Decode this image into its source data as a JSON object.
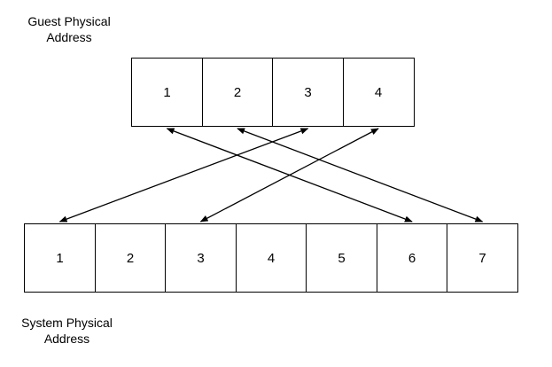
{
  "guest": {
    "label_line1": "Guest Physical",
    "label_line2": "Address",
    "cells": [
      "1",
      "2",
      "3",
      "4"
    ]
  },
  "system": {
    "label_line1": "System Physical",
    "label_line2": "Address",
    "cells": [
      "1",
      "2",
      "3",
      "4",
      "5",
      "6",
      "7"
    ]
  },
  "mappings": [
    {
      "guest": "1",
      "system": "6"
    },
    {
      "guest": "2",
      "system": "7"
    },
    {
      "guest": "3",
      "system": "1"
    },
    {
      "guest": "4",
      "system": "3"
    }
  ]
}
